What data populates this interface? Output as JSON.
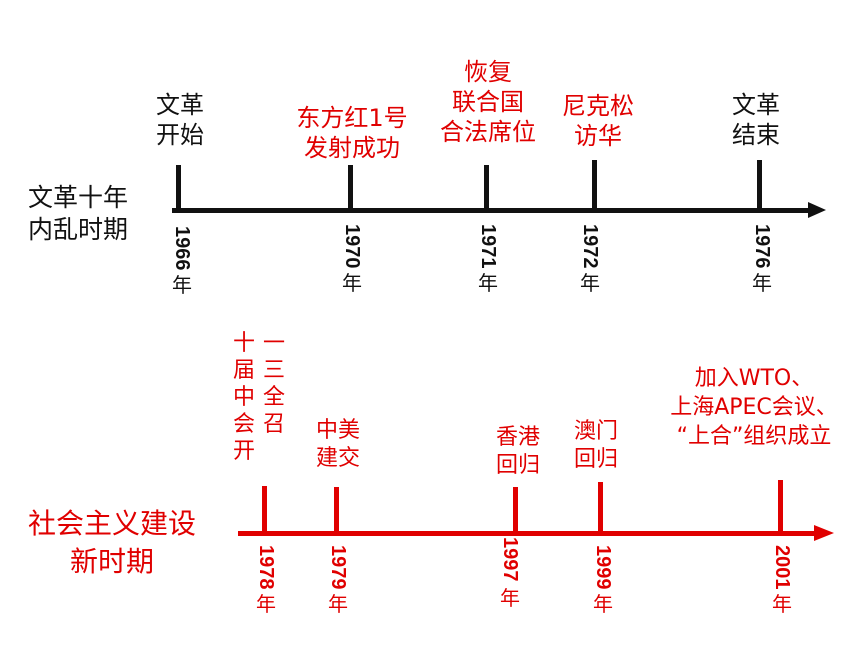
{
  "colors": {
    "black": "#111111",
    "red": "#e00000"
  },
  "top": {
    "title": [
      "文革十年",
      "内乱时期"
    ],
    "events": [
      {
        "lines": [
          "文革",
          "开始"
        ],
        "year": "1966",
        "color": "black"
      },
      {
        "lines": [
          "东方红1号",
          "发射成功"
        ],
        "year": "1970",
        "color": "red"
      },
      {
        "lines": [
          "恢复",
          "联合国",
          "合法席位"
        ],
        "year": "1971",
        "color": "red"
      },
      {
        "lines": [
          "尼克松",
          "访华"
        ],
        "year": "1972",
        "color": "red"
      },
      {
        "lines": [
          "文革",
          "结束"
        ],
        "year": "1976",
        "color": "black"
      }
    ]
  },
  "bottom": {
    "title": [
      "社会主义建设",
      "新时期"
    ],
    "events": [
      {
        "col1": [
          "十",
          "届",
          "中",
          "会",
          "开"
        ],
        "col2": [
          "一",
          "三",
          "全",
          "召"
        ],
        "year": "1978"
      },
      {
        "lines": [
          "中美",
          "建交"
        ],
        "year": "1979"
      },
      {
        "lines": [
          "香港",
          "回归"
        ],
        "year": "1997"
      },
      {
        "lines": [
          "澳门",
          "回归"
        ],
        "year": "1999"
      },
      {
        "lines": [
          "加入WTO、",
          "上海APEC会议、",
          "“上合”组织成立"
        ],
        "year": "2001"
      }
    ]
  },
  "year_suffix": "年"
}
